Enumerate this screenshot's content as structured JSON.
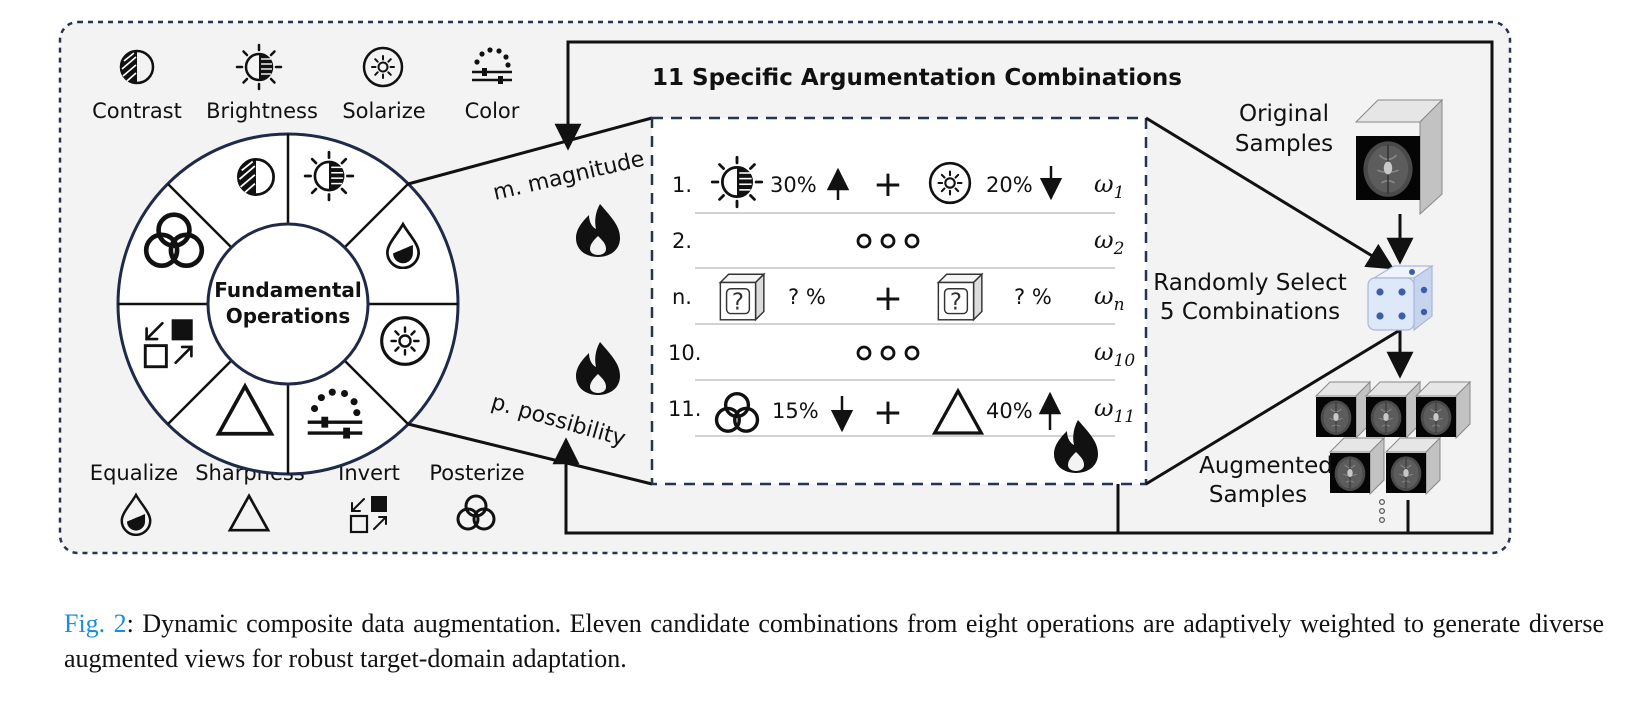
{
  "operations_top": [
    {
      "label": "Contrast",
      "icon": "contrast-icon"
    },
    {
      "label": "Brightness",
      "icon": "brightness-icon"
    },
    {
      "label": "Solarize",
      "icon": "solarize-icon"
    },
    {
      "label": "Color",
      "icon": "color-icon"
    }
  ],
  "operations_bottom": [
    {
      "label": "Equalize",
      "icon": "equalize-icon"
    },
    {
      "label": "Sharpness",
      "icon": "sharpness-icon"
    },
    {
      "label": "Invert",
      "icon": "invert-icon"
    },
    {
      "label": "Posterize",
      "icon": "posterize-icon"
    }
  ],
  "wheel": {
    "center_line1": "Fundamental",
    "center_line2": "Operations"
  },
  "magnitude_label": "m. magnitude",
  "possibility_label": "p. possibility",
  "combos_title": "11 Specific Argumentation Combinations",
  "rows": [
    {
      "index": "1.",
      "left_pct": "30%",
      "right_pct": "20%",
      "weight": "ω",
      "sub": "1"
    },
    {
      "index": "2.",
      "weight": "ω",
      "sub": "2"
    },
    {
      "index": "n.",
      "left_pct": "? %",
      "right_pct": "? %",
      "weight": "ω",
      "sub": "n"
    },
    {
      "index": "10.",
      "weight": "ω",
      "sub": "10"
    },
    {
      "index": "11.",
      "left_pct": "15%",
      "right_pct": "40%",
      "weight": "ω",
      "sub": "11"
    }
  ],
  "plus": "+",
  "original_line1": "Original",
  "original_line2": "Samples",
  "select_line1": "Randomly Select",
  "select_line2": "5 Combinations",
  "augmented_line1": "Augmented",
  "augmented_line2": "Samples",
  "caption": {
    "fig_label": "Fig. 2",
    "text": ": Dynamic composite data augmentation. Eleven candidate combinations from eight operations are adaptively weighted to generate diverse augmented views for robust target-domain adaptation."
  },
  "colors": {
    "panel_bg": "#f3f3f3",
    "dash": "#27344f",
    "wheel_ring": "#1f2a48",
    "fig_label": "#1a8fd6",
    "dice": "#dde8f8",
    "dice_pip": "#3d5da8"
  }
}
